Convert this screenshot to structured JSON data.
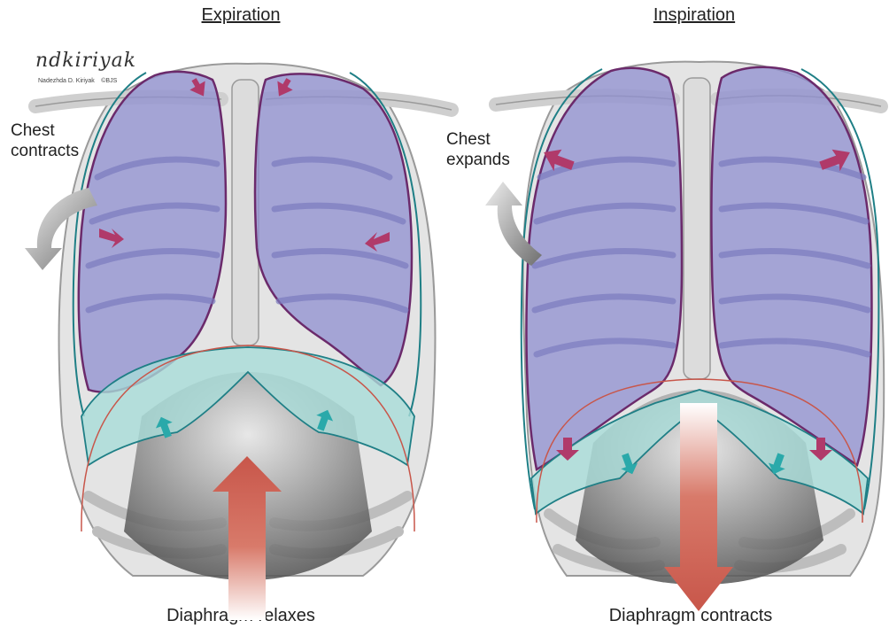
{
  "panels": [
    {
      "title": "Expiration",
      "chest_label_line1": "Chest",
      "chest_label_line2": "contracts",
      "caption": "Diaphragm relaxes"
    },
    {
      "title": "Inspiration",
      "chest_label_line1": "Chest",
      "chest_label_line2": "expands",
      "caption": "Diaphragm contracts"
    }
  ],
  "signature": {
    "script": "ndkiriyak",
    "name": "Nadezhda D. Kiriyak",
    "mark": "©BJS"
  },
  "colors": {
    "lung_fill": "#8f8fd0",
    "lung_outline": "#6b2a6b",
    "pleura_outline": "#1f7f86",
    "diaphragm_fill": "#a8dcd8",
    "bone": "#d9d9d9",
    "arrow_red": "#c8564a",
    "arrow_magenta": "#b03a6a",
    "arrow_teal": "#2aa9aa",
    "arrow_gray": "#808080"
  }
}
